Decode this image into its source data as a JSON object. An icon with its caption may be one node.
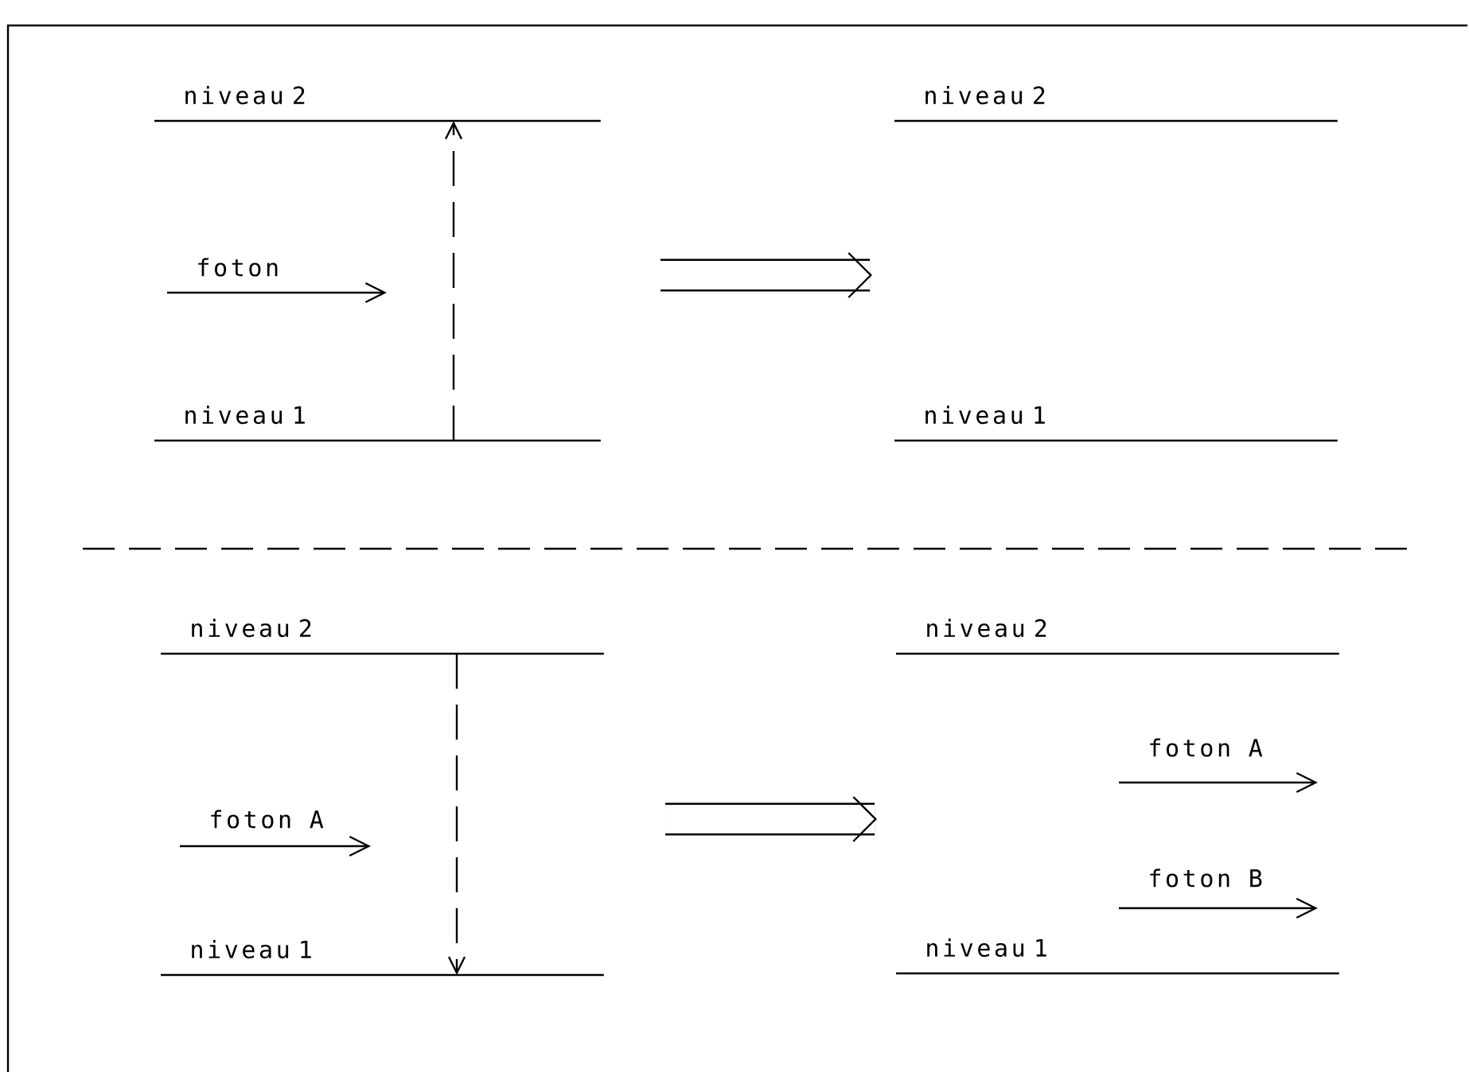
{
  "diagram": {
    "nodes": [
      {
        "text": [
          "niveau 2"
        ]
      },
      {
        "text": [
          "niveau 1"
        ]
      },
      {
        "text": [
          "niveau 2"
        ]
      },
      {
        "text": [
          "niveau 1"
        ]
      },
      {
        "text": [
          "niveau 2"
        ]
      },
      {
        "text": [
          "niveau 1"
        ]
      },
      {
        "text": [
          "niveau 2"
        ]
      },
      {
        "text": [
          "niveau 1"
        ]
      }
    ],
    "edges": [
      {
        "from": 1,
        "to": 0,
        "arrow": "to",
        "style": "dashed"
      },
      {
        "from": 4,
        "to": 5,
        "arrow": "to",
        "style": "dashed"
      }
    ],
    "labels": [
      "foton",
      "foton A",
      "foton A",
      "foton B"
    ]
  }
}
